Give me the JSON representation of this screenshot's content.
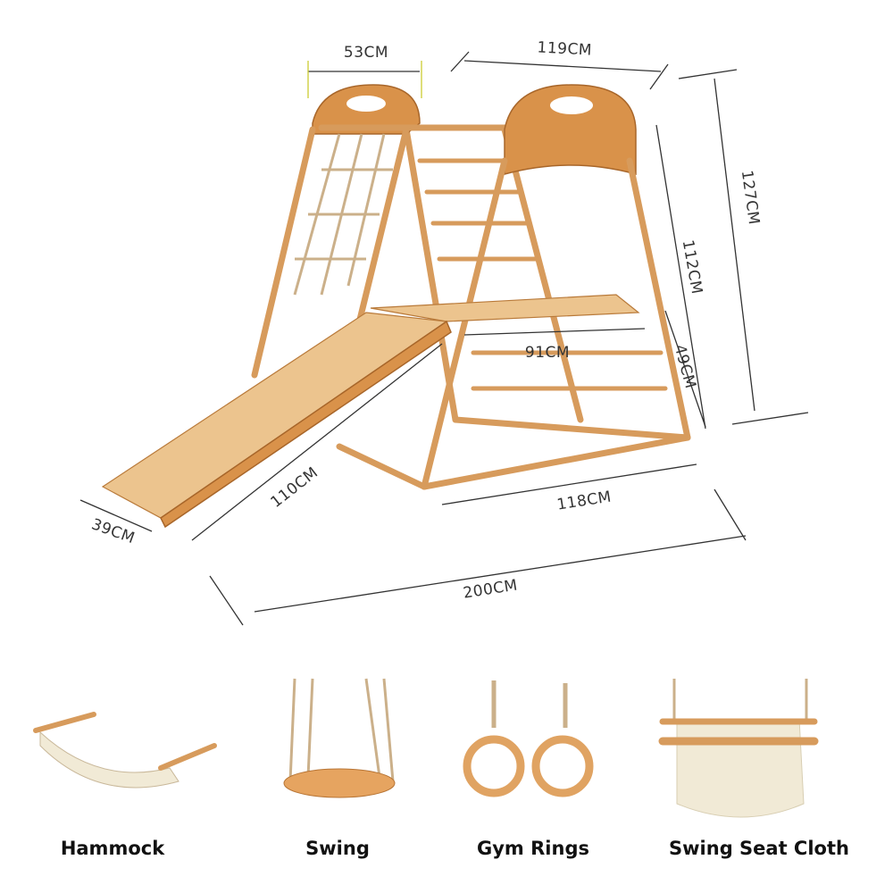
{
  "dimensions": {
    "top_width": "53CM",
    "top_length": "119CM",
    "total_height": "127CM",
    "frame_height": "112CM",
    "platform_height": "49CM",
    "platform_length": "91CM",
    "slide_length": "110CM",
    "base_length": "118CM",
    "slide_width": "39CM",
    "total_length": "200CM"
  },
  "accessories": [
    {
      "label": "Hammock"
    },
    {
      "label": "Swing"
    },
    {
      "label": "Gym Rings"
    },
    {
      "label": "Swing Seat Cloth"
    }
  ],
  "colors": {
    "wood": "#d9924a",
    "light_wood": "#ecc48e",
    "cloth": "#f1ead6"
  }
}
